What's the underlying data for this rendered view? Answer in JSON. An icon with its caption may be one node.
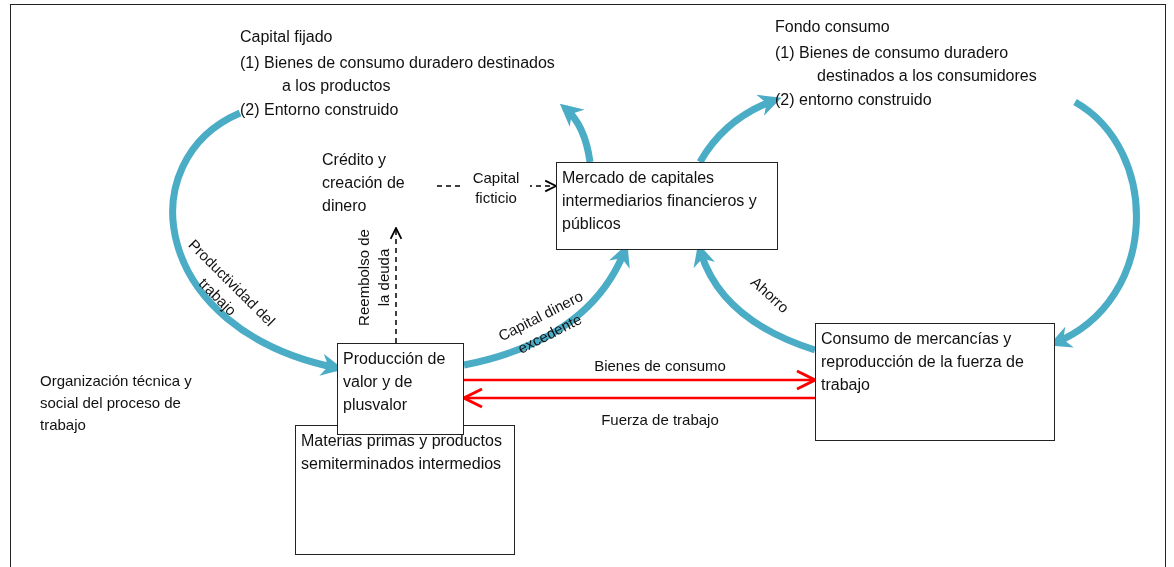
{
  "diagram": {
    "nodes": [
      {
        "text": [
          "Capital fijado",
          "(1) Bienes de consumo duradero destinados a los productos",
          "(2) Entorno construido"
        ]
      },
      {
        "text": [
          "Fondo consumo",
          "(1) Bienes de consumo duradero destinados a los consumidores",
          "(2) entorno construido"
        ]
      },
      {
        "text": [
          "Crédito y creación de dinero"
        ]
      },
      {
        "text": [
          "Mercado de capitales intermediarios financieros y públicos"
        ]
      },
      {
        "text": [
          "Producción de valor y de plusvalor"
        ]
      },
      {
        "text": [
          "Consumo de mercancías y reproducción de la fuerza de trabajo"
        ]
      },
      {
        "text": [
          "Materias primas y productos semiterminados intermedios"
        ]
      }
    ],
    "edges": [
      {
        "from": 0,
        "to": 4,
        "arrow": "to",
        "label": "Productividad del trabajo"
      },
      {
        "from": 3,
        "to": 0,
        "arrow": "to"
      },
      {
        "from": 3,
        "to": 1,
        "arrow": "to"
      },
      {
        "from": 1,
        "to": 5,
        "arrow": "to"
      },
      {
        "from": 5,
        "to": 3,
        "arrow": "to",
        "label": "Ahorro"
      },
      {
        "from": 4,
        "to": 3,
        "arrow": "to",
        "label": "Capital dinero excedente"
      },
      {
        "from": 2,
        "to": 3,
        "arrow": "to",
        "label": "Capital ficticio",
        "style": "dashed",
        "color": "#000000"
      },
      {
        "from": 4,
        "to": 2,
        "arrow": "to",
        "label": "Reembolso de la deuda",
        "style": "dashed",
        "color": "#000000"
      },
      {
        "from": 4,
        "to": 5,
        "arrow": "to",
        "label": "Bienes de consumo",
        "color": "#ff0000"
      },
      {
        "from": 5,
        "to": 4,
        "arrow": "to",
        "label": "Fuerza de trabajo",
        "color": "#ff0000"
      }
    ],
    "labels": [
      "Organización técnica y social del proceso de trabajo"
    ]
  }
}
